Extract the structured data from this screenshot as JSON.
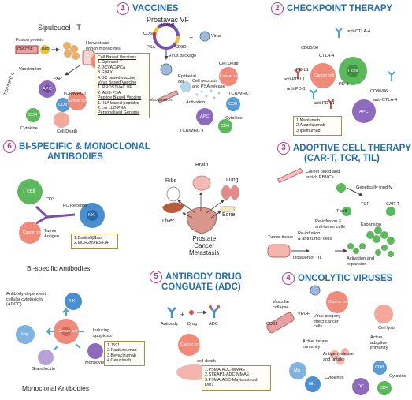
{
  "sections": {
    "vaccines": {
      "num": "1",
      "title": "VACCINES"
    },
    "checkpoint": {
      "num": "2",
      "title": "CHECKPOINT THERAPY"
    },
    "adoptive": {
      "num": "3",
      "title": "ADOPTIVE CELL THERAPY",
      "title2": "(CAR-T, TCR, TIL)"
    },
    "oncolytic": {
      "num": "4",
      "title": "ONCOLYTIC VIRUSES"
    },
    "adc": {
      "num": "5",
      "title": "ANTIBODY DRUG",
      "title2": "CONGUATE (ADC)"
    },
    "bispecific": {
      "num": "6",
      "title": "BI-SPECIFIC & MONOCLONAL",
      "title2": "ANTIBODIES"
    }
  },
  "vaccines": {
    "sipuleucel_title": "Sipuleucel - T",
    "prostavac_title": "Prostavac VF",
    "fusion_protein": "Fusion protein",
    "gm_csf": "GM-CSF",
    "pap": "PAP",
    "harvest": [
      "Harvest and",
      "enrich monocytes"
    ],
    "vaccination": "Vaccination",
    "pap2": "PAP",
    "apc": "APC",
    "tcr_mhc1": "TCR/MHC I",
    "tcr_mhc2": "TCR/MHC II",
    "cd8": "CD8",
    "cd4": "CD4",
    "cytokine": "Cytokine",
    "cell_death": "Cell Death",
    "cancer_cell": "Cancer cell",
    "list_box": {
      "h1": "Cell Based Vaccines",
      "items1": [
        "1.Sipleucel T",
        "2.DCVAC/PCa",
        "3.GVAX",
        "4.DC based vaccine"
      ],
      "h2": "Virus Based Vaccine",
      "items2": [
        "1. PROSTVAC VF",
        "2. ADS-PSA"
      ],
      "h3": "Peptide Based Vaccine",
      "items3": [
        "1.HLA based peptides",
        "2.Lm LLO PSA"
      ],
      "h4": "Personalized Genome"
    },
    "cd58": "CD58",
    "icam1": "ICAM1",
    "psa": "PSA",
    "cd80": "CD80",
    "virus": "Virus",
    "virus_package": "Virus package",
    "epithelial": [
      "Epithelial",
      "cell"
    ],
    "vaccination2": "Vaccination",
    "activation": "Activation",
    "necrosis": [
      "Cell necrosis",
      "and PSA release"
    ],
    "cell_death2": "Cell Death",
    "cd8b": "CD8",
    "cytokine2": "Cytokine",
    "tcr_mhc1b": "TCR/MHC I",
    "tcr_mhc2b": "TCR/MHC II",
    "cd4b": "CD4",
    "apc2": "APC"
  },
  "checkpoint": {
    "anti_ctla4": "anti-CTLA-4",
    "cd80_86": "CD80/86",
    "ctla4": "CTLA-4",
    "pdl1": "PD-L1",
    "anti_pdl1": "anti-PD-L1",
    "anti_pd1": "anti-PD-1",
    "pd1": "PD-1",
    "anti_ctla4_2": "anti-CTLA-4",
    "cd80_86_2": "CD80/86",
    "anti_pdl1_2": "anti-PD-L1",
    "tcell": "T cell",
    "apc": "APC",
    "cancer": "Cancer cell",
    "list": [
      "1.Nivolumab",
      "2.Atezolizumab",
      "3.Ipilimumab"
    ]
  },
  "bispecific": {
    "tcell": "T cell",
    "cd3": "CD3",
    "fc_receptor": "FC Receptor",
    "nk": "NK",
    "cancer": "Cancer cell",
    "tumor_antigen": [
      "Tumor",
      "Antigen"
    ],
    "list": [
      "1.BsAbs5β1/αv",
      "2.MOR209/ES414"
    ],
    "bispecific_caption": "Bi-specific Antibodies",
    "adcc": [
      "Antibody-dependent",
      "cellular cytotoxicity",
      "(ADCC)"
    ],
    "nk2": "NK",
    "mp": "Mφ",
    "cancer2": "Cancer cell",
    "inducing": [
      "Inducing",
      "apoptosis"
    ],
    "granulocyte": "Granulocyte",
    "monocyte": "Monocyte",
    "mono_list": [
      "1.J591",
      "2.Panitumumab",
      "3.Bevacizumab",
      "4.Cetuximab"
    ],
    "monoclonal_caption": "Monoclonal Antibodies"
  },
  "metastasis": {
    "brain": "Brain",
    "ribs": "Ribs",
    "lung": "Lung",
    "liver": "Liver",
    "bone": "Bone",
    "caption": [
      "Prostate",
      "Cancer",
      "Metastasis"
    ]
  },
  "adoptive": {
    "collect": [
      "Collect blood and",
      "enrich PBMCs"
    ],
    "modify": "Genetically modify",
    "tcr": "TCR",
    "cart": "CAR-T",
    "tcell": "T cell",
    "expansion": "Expansion",
    "reinfusion1": [
      "Re-infusion &",
      "anti-tumor cells"
    ],
    "reinfusion2": [
      "Re-infusion",
      "& anti-tumor cells"
    ],
    "tumor_tissue": "Tumor tissue",
    "isolation": "Isolation of TIL",
    "activation": [
      "Activation and",
      "expansion"
    ]
  },
  "adc": {
    "antibody": "Antibody",
    "drug": "Drug",
    "adc": "ADC",
    "cancer": "Cancer cell",
    "cell_death": "cell death",
    "list": [
      "1.PSMA-ADC-MMAE",
      "2.STEAP1-ADC-MMAE",
      "3.PSMA-ADC-Maytansinoid",
      "DM1"
    ]
  },
  "oncolytic": {
    "vascular": [
      "Vascular",
      "collapse"
    ],
    "vegf": "VEGF",
    "cd31": "CD31",
    "progeny": [
      "Virus progeny",
      "infect  cancer",
      "cells"
    ],
    "cancer": "Cancer cell",
    "lysis": "Cell lysis",
    "innate": [
      "Active innate",
      "immunity"
    ],
    "adaptive": [
      "Active",
      "adaptive",
      "immunity"
    ],
    "antigen": [
      "Antigen release",
      "and uptake"
    ],
    "mp": "Mφ",
    "nk": "NK",
    "cytokines": "Cytokines",
    "dc": "DC",
    "cd8": "CD8",
    "cd4": "CD4",
    "cytokine": "Cytokine"
  },
  "colors": {
    "title": "#1f6fb5",
    "number": "#c2378a",
    "cancer": "#f08a7a",
    "tcell": "#5cb85c",
    "apc": "#8e6bbf",
    "nk": "#4a8fd1",
    "box_border": "#b58a3a"
  }
}
